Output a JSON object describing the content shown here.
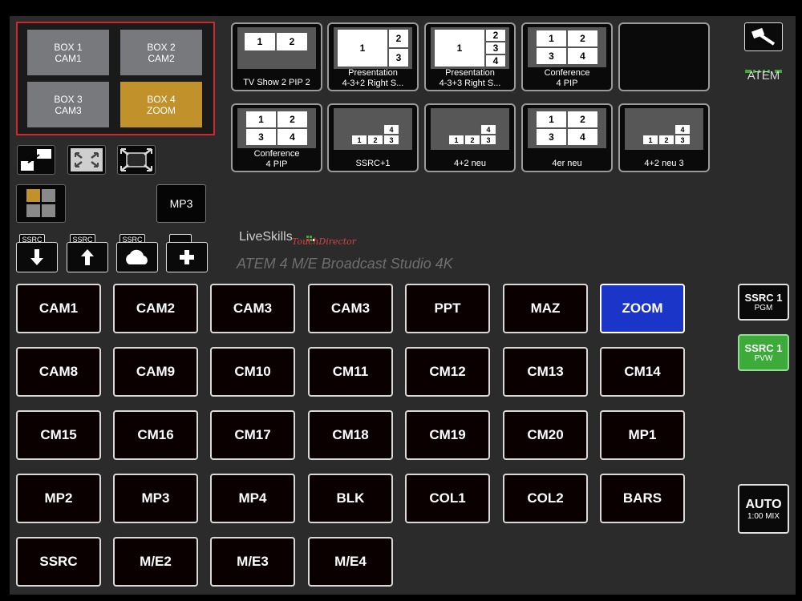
{
  "ssrc_boxes": [
    {
      "line1": "BOX 1",
      "line2": "CAM1",
      "selected": false
    },
    {
      "line1": "BOX 2",
      "line2": "CAM2",
      "selected": false
    },
    {
      "line1": "BOX 3",
      "line2": "CAM3",
      "selected": false
    },
    {
      "line1": "BOX 4",
      "line2": "ZOOM",
      "selected": true
    }
  ],
  "tools": {
    "mp3_label": "MP3",
    "ssrc_tab": "SSRC",
    "icons": [
      "pip-resize-icon",
      "fit-screen-icon",
      "fullscreen-icon",
      "box-layout-icon",
      "download-icon",
      "upload-icon",
      "cloud-icon",
      "add-folder-icon"
    ]
  },
  "presets": [
    {
      "label": "TV Show 2 PIP 2",
      "cells": [
        "1",
        "2"
      ]
    },
    {
      "label": "Presentation\n4-3+2 Right S...",
      "cells": [
        "1",
        "2",
        "3"
      ]
    },
    {
      "label": "Presentation\n4-3+3 Right S...",
      "cells": [
        "1",
        "2",
        "3",
        "4"
      ]
    },
    {
      "label": "Conference\n4 PIP",
      "cells": [
        "1",
        "2",
        "3",
        "4"
      ]
    },
    {
      "label": "",
      "cells": []
    },
    {
      "label": "Conference\n4 PIP",
      "cells": [
        "1",
        "2",
        "3",
        "4"
      ]
    },
    {
      "label": "SSRC+1",
      "cells": [
        "1",
        "2",
        "3",
        "4"
      ]
    },
    {
      "label": "4+2 neu",
      "cells": [
        "1",
        "2",
        "3",
        "4"
      ]
    },
    {
      "label": "4er neu",
      "cells": [
        "1",
        "2",
        "3",
        "4"
      ]
    },
    {
      "label": "4+2 neu 3",
      "cells": [
        "1",
        "2",
        "3",
        "4"
      ]
    }
  ],
  "branding": {
    "app_name": "LiveSkills",
    "app_sub": "TouchDirector",
    "model": "ATEM 4 M/E Broadcast Studio 4K"
  },
  "sources": [
    [
      "CAM1",
      "CAM2",
      "CAM3",
      "CAM3",
      "PPT",
      "MAZ",
      "ZOOM"
    ],
    [
      "CAM8",
      "CAM9",
      "CM10",
      "CM11",
      "CM12",
      "CM13",
      "CM14"
    ],
    [
      "CM15",
      "CM16",
      "CM17",
      "CM18",
      "CM19",
      "CM20",
      "MP1"
    ],
    [
      "MP2",
      "MP3",
      "MP4",
      "BLK",
      "COL1",
      "COL2",
      "BARS"
    ],
    [
      "SSRC",
      "M/E2",
      "M/E3",
      "M/E4"
    ]
  ],
  "active_source": "ZOOM",
  "right": {
    "device_label": "ATEM",
    "pgm": {
      "line1": "SSRC 1",
      "line2": "PGM"
    },
    "pvw": {
      "line1": "SSRC 1",
      "line2": "PVW"
    },
    "auto": {
      "line1": "AUTO",
      "line2": "1:00 MIX"
    }
  },
  "colors": {
    "selected_box": "#c1922b",
    "active_source": "#1b35c9",
    "preview": "#3cab3a",
    "selector_border": "#d0282c"
  }
}
